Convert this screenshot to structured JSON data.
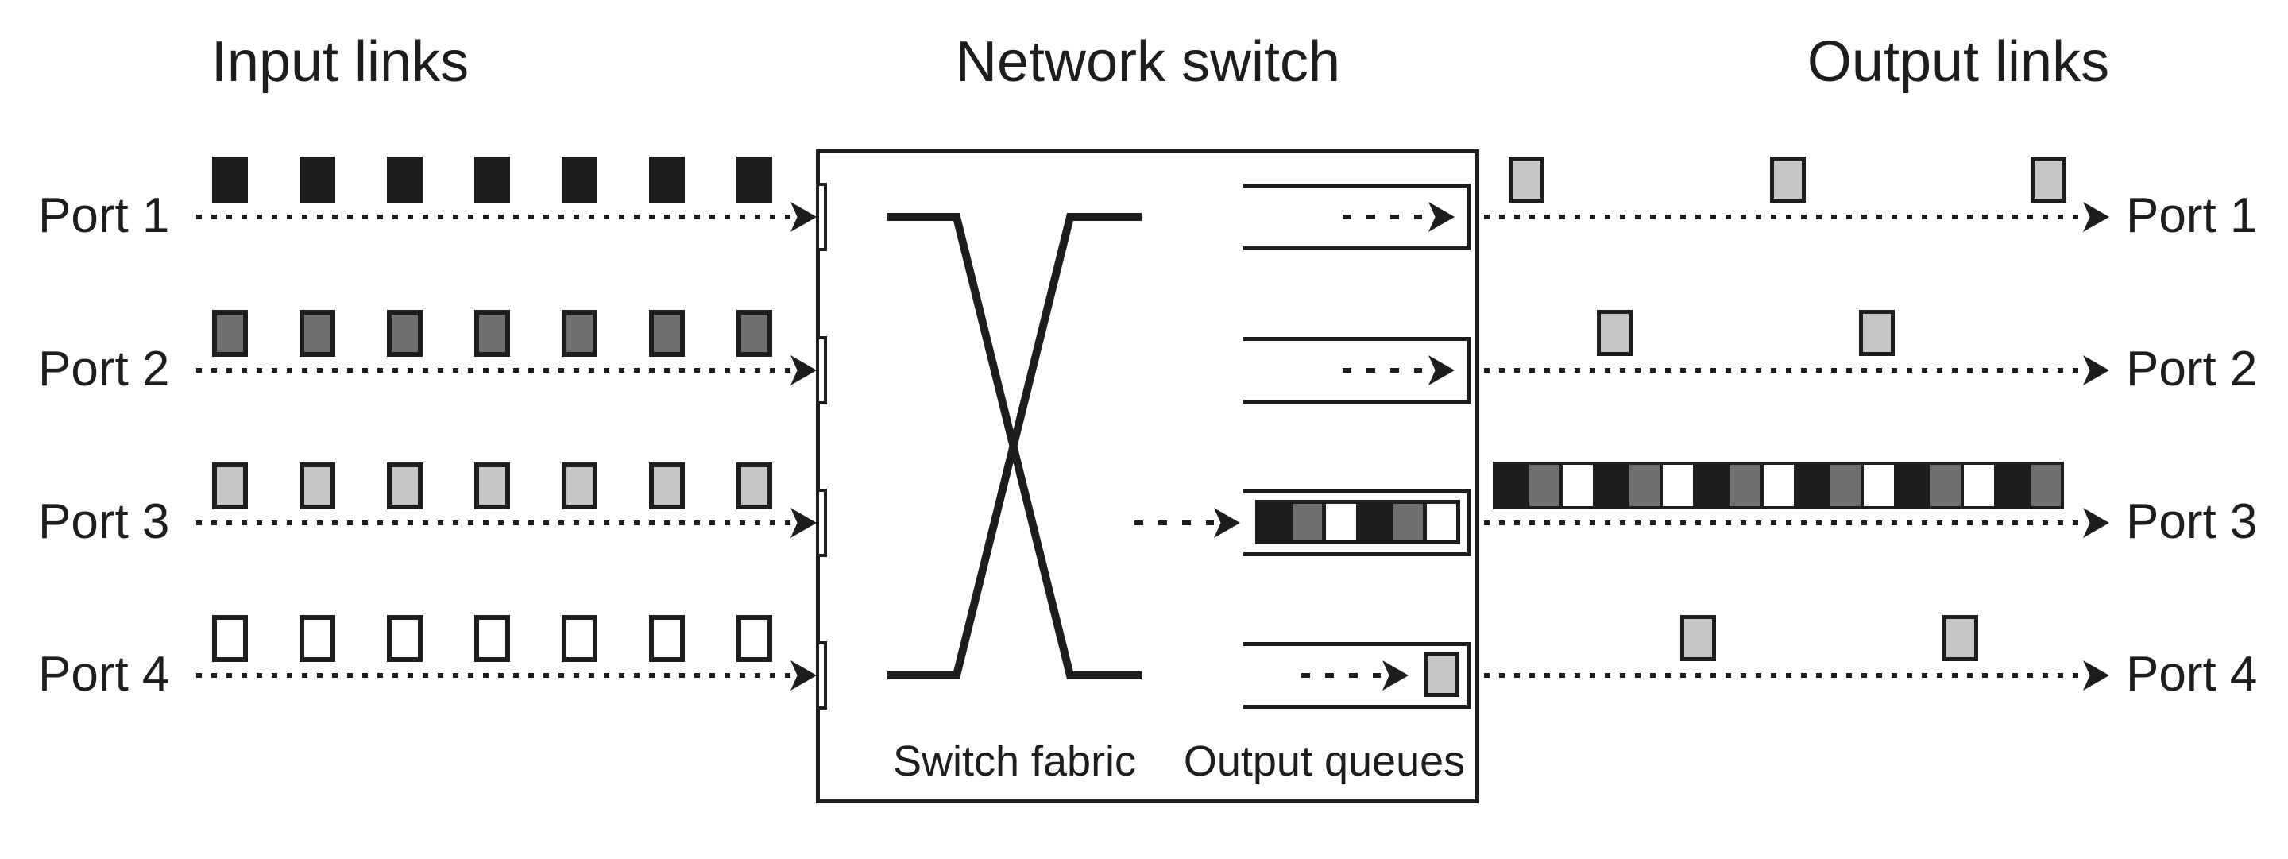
{
  "titles": {
    "input": "Input links",
    "switch": "Network switch",
    "output": "Output links"
  },
  "switch_box": {
    "fabric_label": "Switch fabric",
    "queues_label": "Output queues"
  },
  "colors": {
    "ink": "#1d1d1b",
    "black": "#1d1d1b",
    "gray": "#706f6f",
    "lightgray": "#c6c6c5",
    "white": "#ffffff"
  },
  "ports": [
    {
      "name": "Port 1",
      "input_packets": {
        "color": "black",
        "count": 7
      },
      "queue_packets": [],
      "output_packets": {
        "color": "lightgray",
        "x": [
          1899,
          2228,
          2556
        ]
      }
    },
    {
      "name": "Port 2",
      "input_packets": {
        "color": "gray",
        "count": 7
      },
      "queue_packets": [],
      "output_packets": {
        "color": "lightgray",
        "x": [
          2010,
          2340
        ]
      }
    },
    {
      "name": "Port 3",
      "input_packets": {
        "color": "lightgray",
        "count": 7
      },
      "queue_packets": [
        "black",
        "gray",
        "white",
        "black",
        "gray",
        "white"
      ],
      "output_stream": [
        "black",
        "gray",
        "white",
        "black",
        "gray",
        "white",
        "black",
        "gray",
        "white",
        "black",
        "gray",
        "white",
        "black",
        "gray",
        "white",
        "black",
        "gray"
      ]
    },
    {
      "name": "Port 4",
      "input_packets": {
        "color": "white",
        "count": 7
      },
      "queue_packets": [
        "lightgray"
      ],
      "output_packets": {
        "color": "lightgray",
        "x": [
          2115,
          2445
        ]
      }
    }
  ]
}
